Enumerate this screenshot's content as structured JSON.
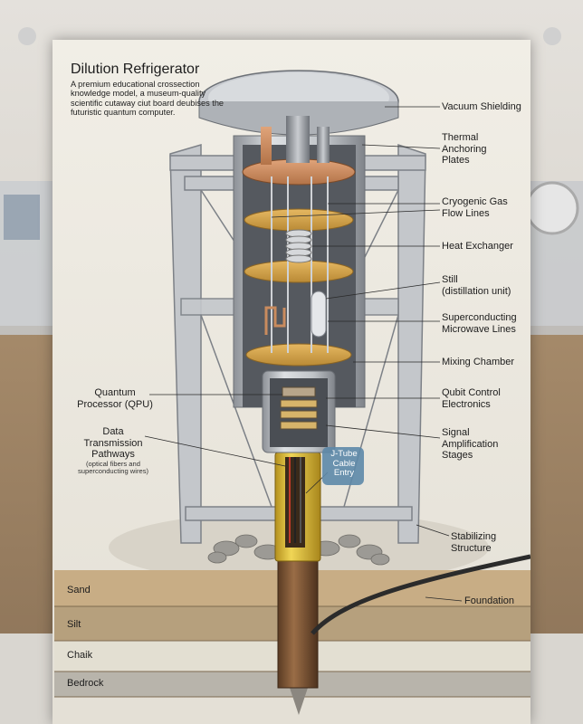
{
  "title": "Dilution Refrigerator",
  "subtitle": "A premium educational crossection knowledge model, a museum-quality scientific cutaway ciut board deubises the futuristic quantum computer.",
  "labels": {
    "vacuum_shielding": "Vacuum Shielding",
    "thermal_anchoring_1": "Thermal",
    "thermal_anchoring_2": "Anchoring",
    "thermal_anchoring_3": "Plates",
    "cryogenic_gas_1": "Cryogenic Gas",
    "cryogenic_gas_2": "Flow Lines",
    "heat_exchanger": "Heat Exchanger",
    "still_1": "Still",
    "still_2": "(distillation unit)",
    "superconducting_1": "Superconducting",
    "superconducting_2": "Microwave Lines",
    "mixing_chamber": "Mixing Chamber",
    "qubit_control_1": "Qubit Control",
    "qubit_control_2": "Electronics",
    "signal_amp_1": "Signal",
    "signal_amp_2": "Amplification",
    "signal_amp_3": "Stages",
    "stabilizing_1": "Stabilizing",
    "stabilizing_2": "Structure",
    "foundation": "Foundation",
    "qpu_1": "Quantum",
    "qpu_2": "Processor (QPU)",
    "data_1": "Data",
    "data_2": "Transmission",
    "data_3": "Pathways",
    "data_note_1": "(optical fibers and",
    "data_note_2": "superconducting wires)",
    "jtube_1": "J-Tube",
    "jtube_2": "Cable",
    "jtube_3": "Entry"
  },
  "soil_layers": {
    "sand": "Sand",
    "silt": "Silt",
    "chalk": "Chaik",
    "bedrock": "Bedrock"
  },
  "colors": {
    "board": "#ece8de",
    "steel": "#b9bcc0",
    "copper": "#c98b5e",
    "gold": "#d8a94a",
    "yellow_tube": "#e2c13a",
    "soil_brown": "#b99b74"
  }
}
